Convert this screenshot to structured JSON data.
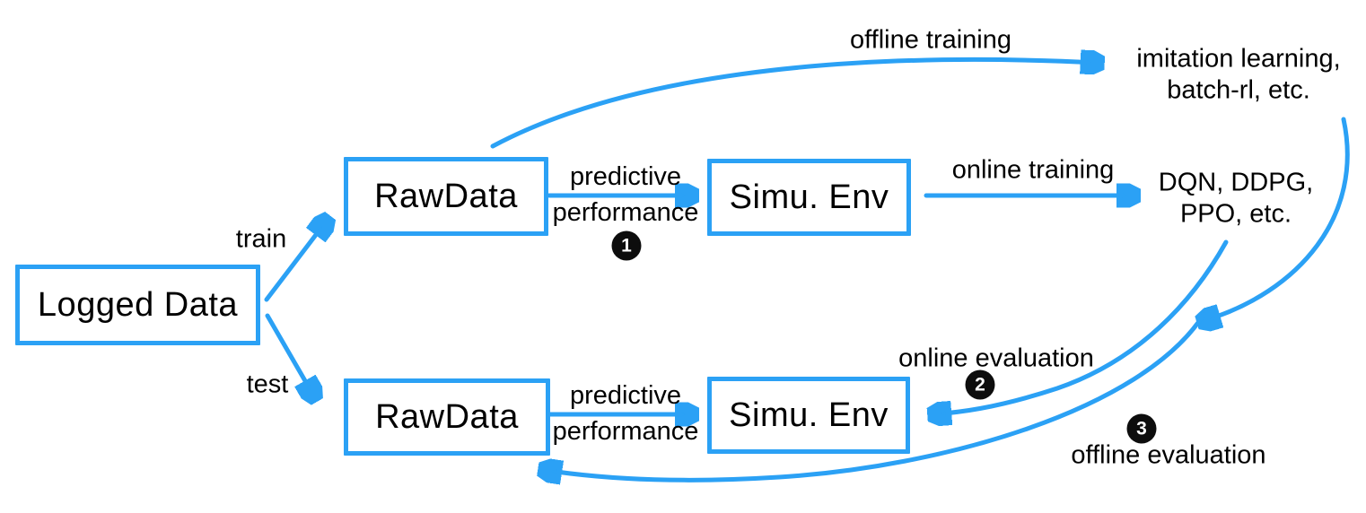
{
  "colors": {
    "accent": "#2BA1F5",
    "text": "#000000",
    "badge_bg": "#0D0D0D",
    "badge_text": "#FFFFFF",
    "background": "#FFFFFF"
  },
  "boxes": {
    "logged_data": "Logged Data",
    "rawdata_train": "RawData",
    "simu_env_train": "Simu. Env",
    "rawdata_test": "RawData",
    "simu_env_test": "Simu. Env"
  },
  "edge_labels": {
    "train": "train",
    "test": "test",
    "predictive_train": {
      "line1": "predictive",
      "line2": "performance"
    },
    "predictive_test": {
      "line1": "predictive",
      "line2": "performance"
    },
    "offline_training": "offline training",
    "online_training": "online training",
    "online_evaluation": "online evaluation",
    "offline_evaluation": "offline evaluation"
  },
  "result_labels": {
    "offline_policies": {
      "line1": "imitation learning,",
      "line2": "batch-rl, etc."
    },
    "online_policies": {
      "line1": "DQN, DDPG,",
      "line2": "PPO, etc."
    }
  },
  "badges": {
    "step1": "1",
    "step2": "2",
    "step3": "3"
  }
}
